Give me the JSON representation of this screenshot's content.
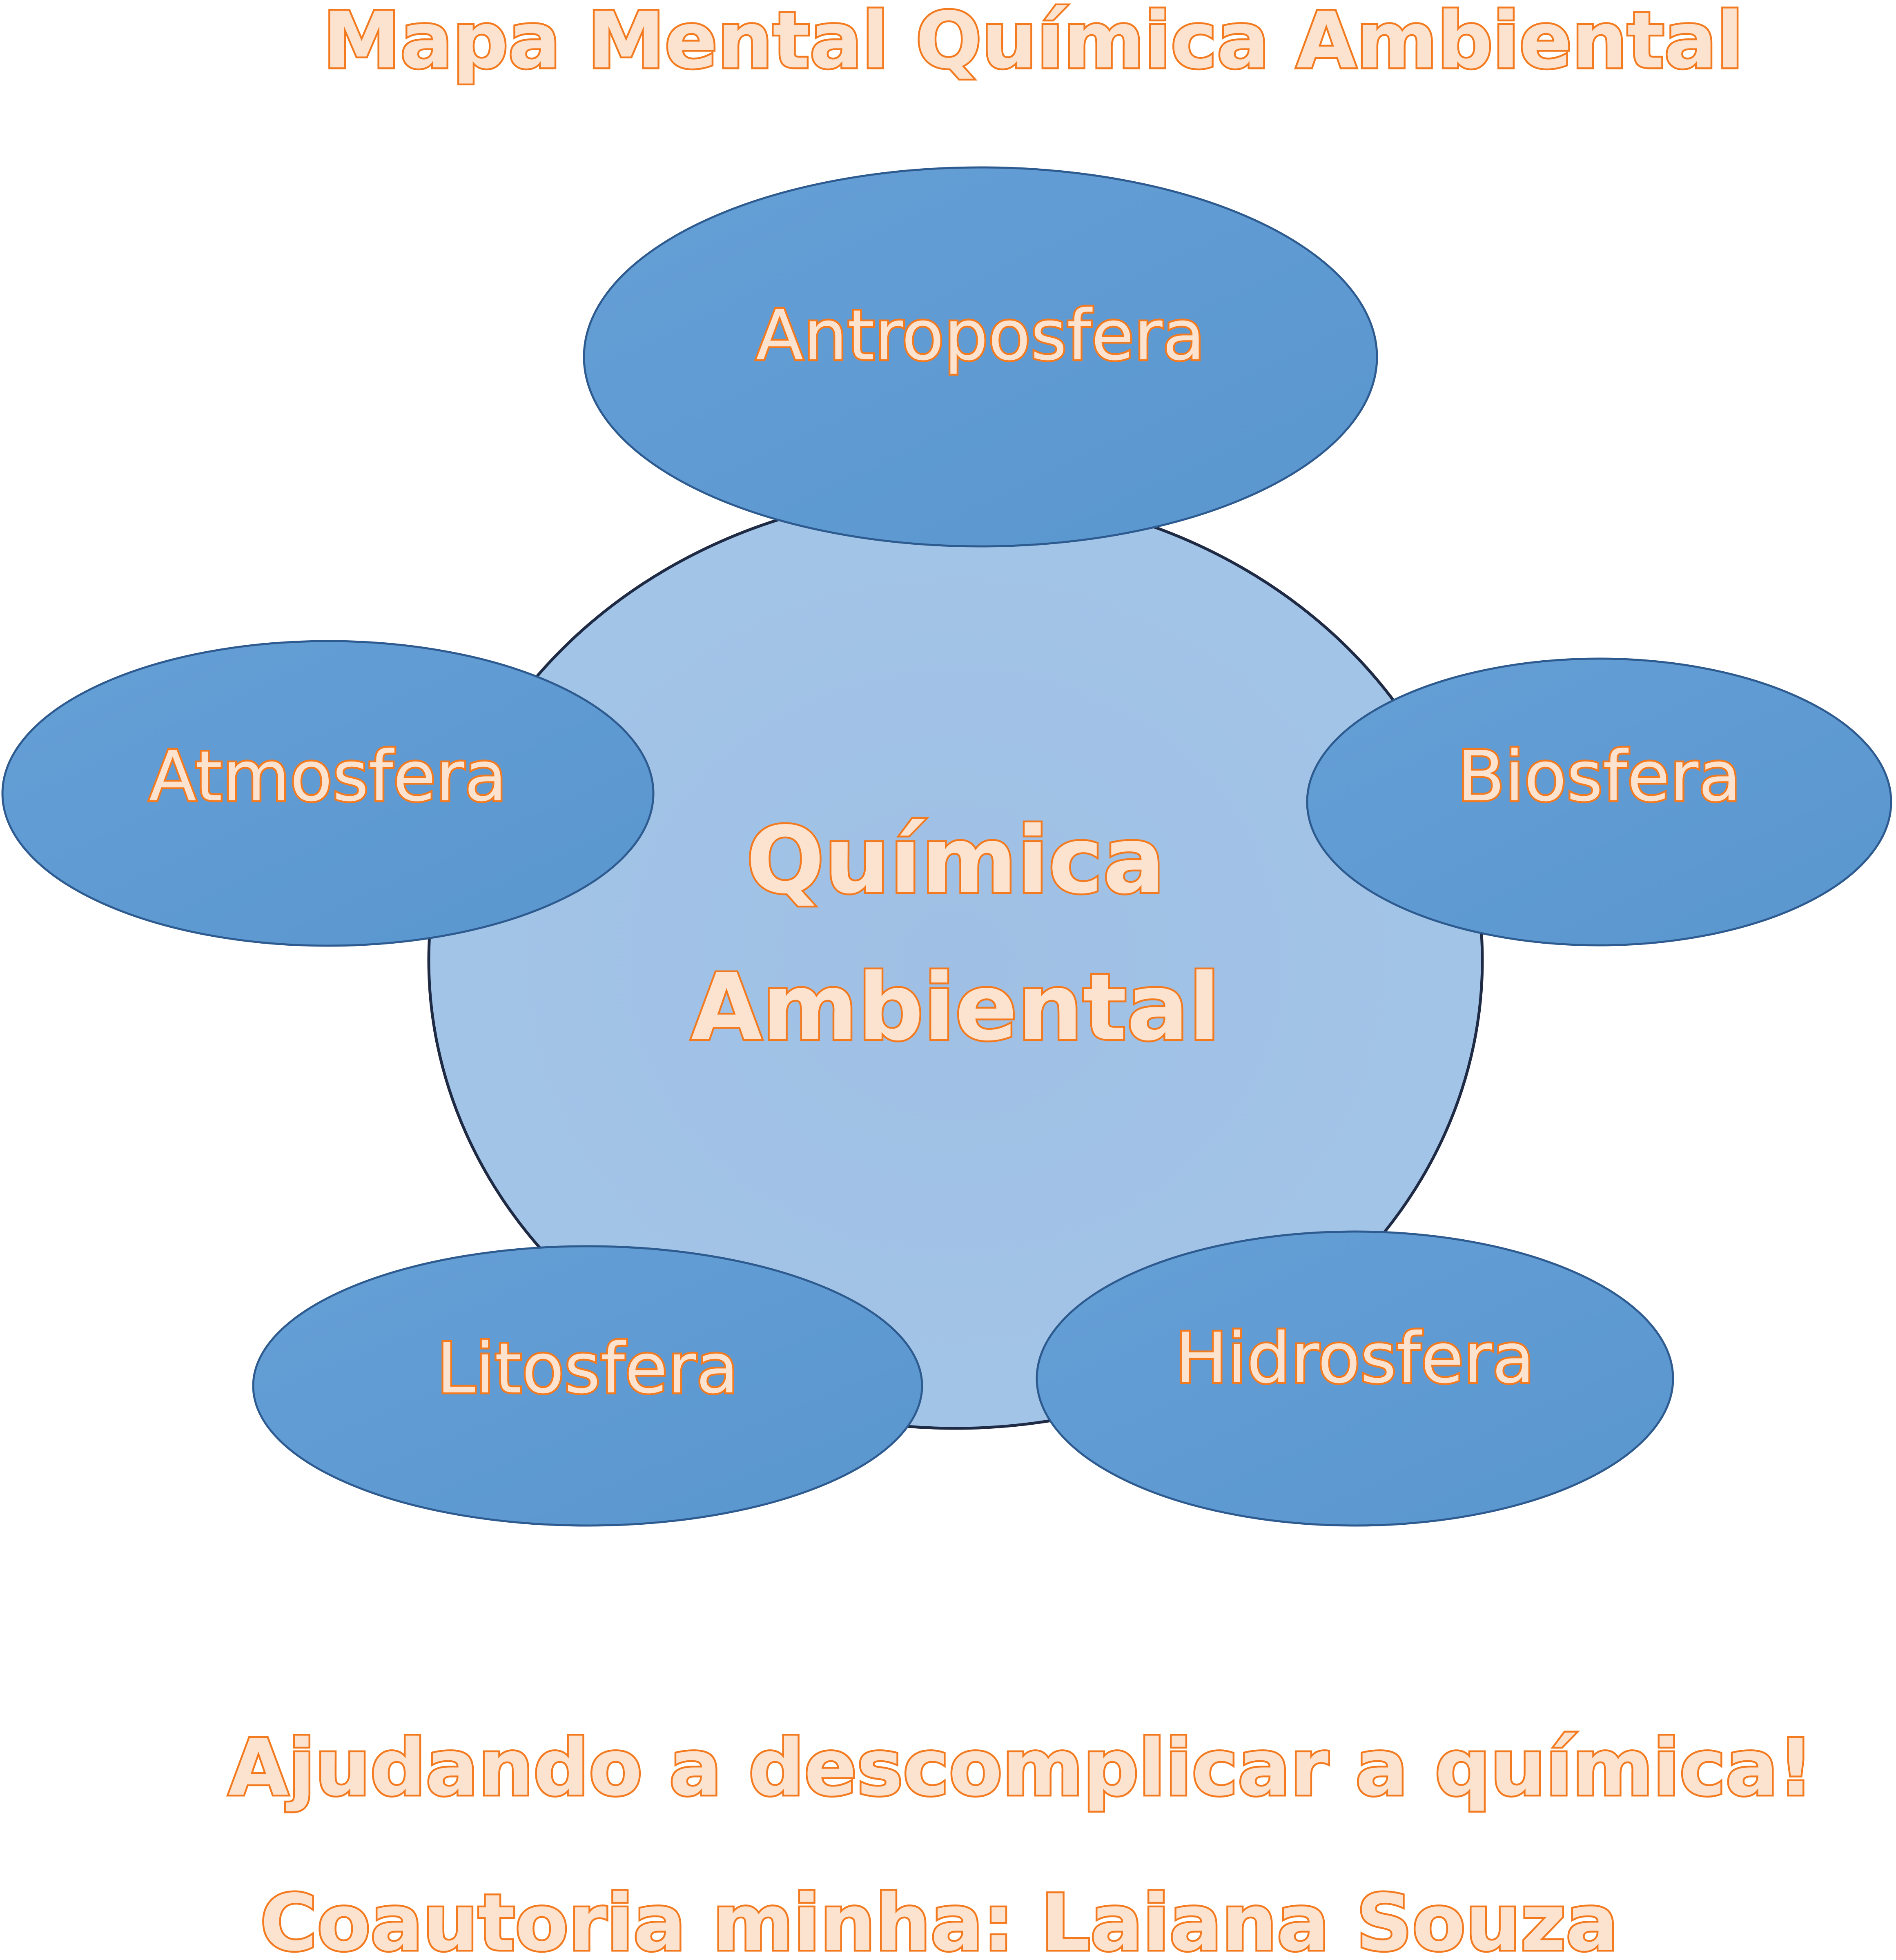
{
  "title": "Mapa Mental Química Ambiental",
  "center": {
    "line1": "Química",
    "line2": "Ambiental",
    "fill": "#a0c2e6",
    "stroke": "#1f2a44"
  },
  "nodes": [
    {
      "id": "antroposfera",
      "label": "Antroposfera"
    },
    {
      "id": "atmosfera",
      "label": "Atmosfera"
    },
    {
      "id": "biosfera",
      "label": "Biosfera"
    },
    {
      "id": "litosfera",
      "label": "Litosfera"
    },
    {
      "id": "hidrosfera",
      "label": "Hidrosfera"
    }
  ],
  "node_style": {
    "fill": "#5f9bd3",
    "stroke": "#2e5b8f"
  },
  "text_style": {
    "outline": "#f47a1f",
    "fill": "#fbe3cf"
  },
  "footer": {
    "tagline": "Ajudando a descomplicar a química!",
    "credit": "Coautoria minha: Laiana Souza"
  }
}
